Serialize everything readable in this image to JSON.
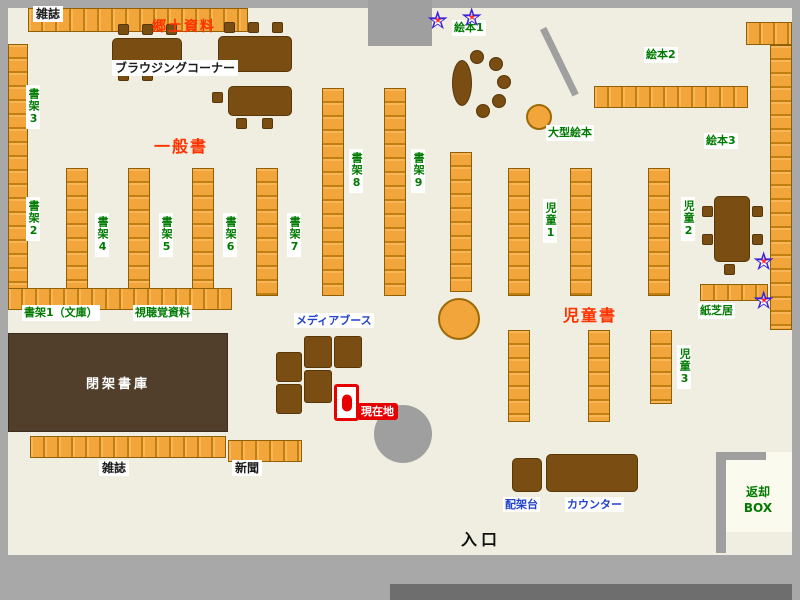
{
  "colors": {
    "floor": "#efeee0",
    "wall_gray": "#a8a8a8",
    "shelf_orange": "#f2a53a",
    "furniture_brown": "#7a4d12",
    "closed_stacks_brown": "#513f2c",
    "label_green": "#007a00",
    "area_label_red": "#ff3300",
    "booth_label_blue": "#2142cc",
    "current_location_red": "#e60000",
    "star_blue": "#3a22d8",
    "star_red": "#ff2a2a"
  },
  "icons": {
    "star_glyph": "★"
  },
  "regions": {
    "top_left": {
      "magazines": "雑誌",
      "local_materials": "郷土資料",
      "browsing_corner": "ブラウジングコーナー",
      "shelf_3": "書架3",
      "shelf_2": "書架2"
    },
    "general_area": {
      "title": "一般書",
      "shelf_4": "書架4",
      "shelf_5": "書架5",
      "shelf_6": "書架6",
      "shelf_7": "書架7",
      "shelf_8": "書架8",
      "shelf_9": "書架9",
      "shelf_1_bunko": "書架1（文庫）",
      "audiovisual": "視聴覚資料"
    },
    "children_area": {
      "title": "児童書",
      "picture_books_1": "絵本1",
      "picture_books_2": "絵本2",
      "picture_books_3": "絵本3",
      "large_picture_books": "大型絵本",
      "children_1": "児童1",
      "children_2": "児童2",
      "children_3": "児童3",
      "kamishibai": "紙芝居"
    },
    "facilities": {
      "media_booth": "メディアブース",
      "closed_stacks": "閉架書庫",
      "current_location": "現在地",
      "magazines": "雑誌",
      "newspaper": "新聞",
      "entrance": "入口",
      "sorting_table": "配架台",
      "counter": "カウンター",
      "return_box": "返却\nBOX"
    }
  }
}
